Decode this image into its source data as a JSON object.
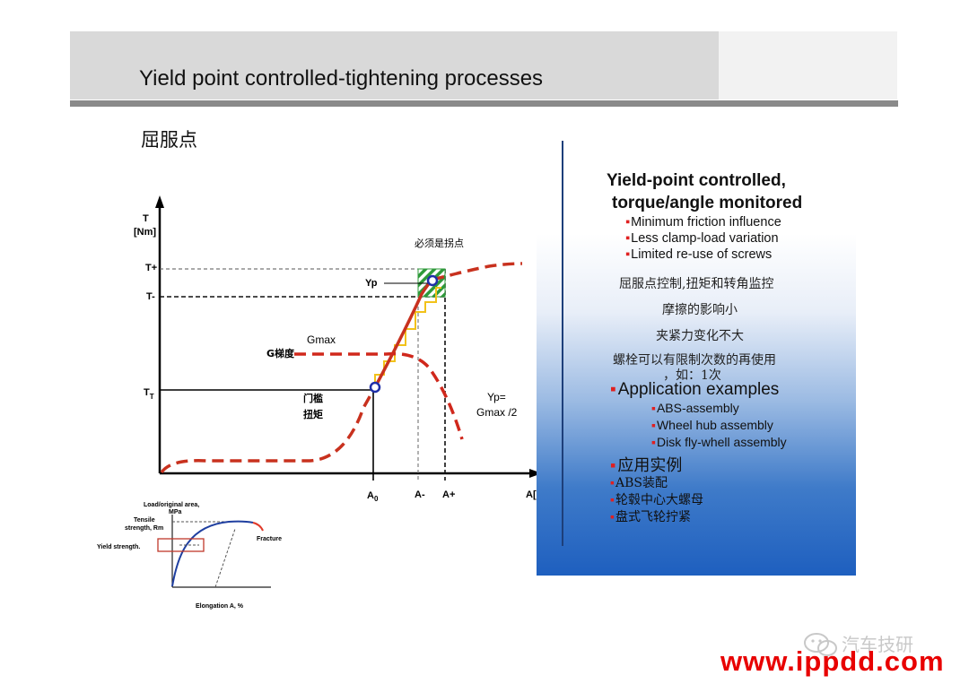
{
  "title": "Yield point  controlled-tightening processes",
  "subtitle": "屈服点",
  "main_diagram": {
    "y_axis_label_line1": "T",
    "y_axis_label_line2": "[Nm]",
    "y_ticks": {
      "t_plus": "T+",
      "t_minus": "T-",
      "t_t_main": "T",
      "t_t_sub": "T"
    },
    "x_ticks": {
      "a0_main": "A",
      "a0_sub": "0",
      "a_minus": "A-",
      "a_plus": "A+"
    },
    "x_axis_label": "A[°]",
    "annotations": {
      "must_be_inflection": "必须是拐点",
      "yp": "Yp",
      "gmax": "Gmax",
      "g_gradient": "G梯度",
      "threshold_line1": "门槛",
      "threshold_line2": "扭矩",
      "yp_formula_line1": "Yp=",
      "yp_formula_line2": "Gmax /2"
    },
    "colors": {
      "torque_curve": "#c8311e",
      "gradient_curve": "#d0281c",
      "steps": "#f2c21a",
      "marker": "#1f2fa8",
      "window_hatch": "#2e9a3a"
    }
  },
  "inset_diagram": {
    "y_label_line1": "Load/original area,",
    "y_label_line2": "MPa",
    "tensile_line1": "Tensile",
    "tensile_line2": "strength, Rm",
    "yield_strength": "Yield strength.",
    "fracture": "Fracture",
    "x_label": "Elongation A, %"
  },
  "panel": {
    "heading_line1": "Yield-point controlled,",
    "heading_line2": "torque/angle monitored",
    "bullets": [
      "Minimum friction influence",
      "Less clamp-load variation",
      "Limited re-use of screws"
    ],
    "cn_lines": [
      "屈服点控制,扭矩和转角监控",
      "摩擦的影响小",
      "夹紧力变化不大",
      "螺栓可以有限制次数的再使用",
      "，如：1次"
    ],
    "app_heading": "Application examples",
    "app_items": [
      "ABS-assembly",
      "Wheel hub assembly",
      "Disk fly-whell assembly"
    ],
    "cn_app_heading": "应用实例",
    "cn_app_items": [
      "ABS装配",
      "轮毂中心大螺母",
      "盘式飞轮拧紧"
    ]
  },
  "watermark": {
    "text": "汽车技研",
    "icon": "wechat-icon",
    "url": "www.ippdd.com"
  }
}
